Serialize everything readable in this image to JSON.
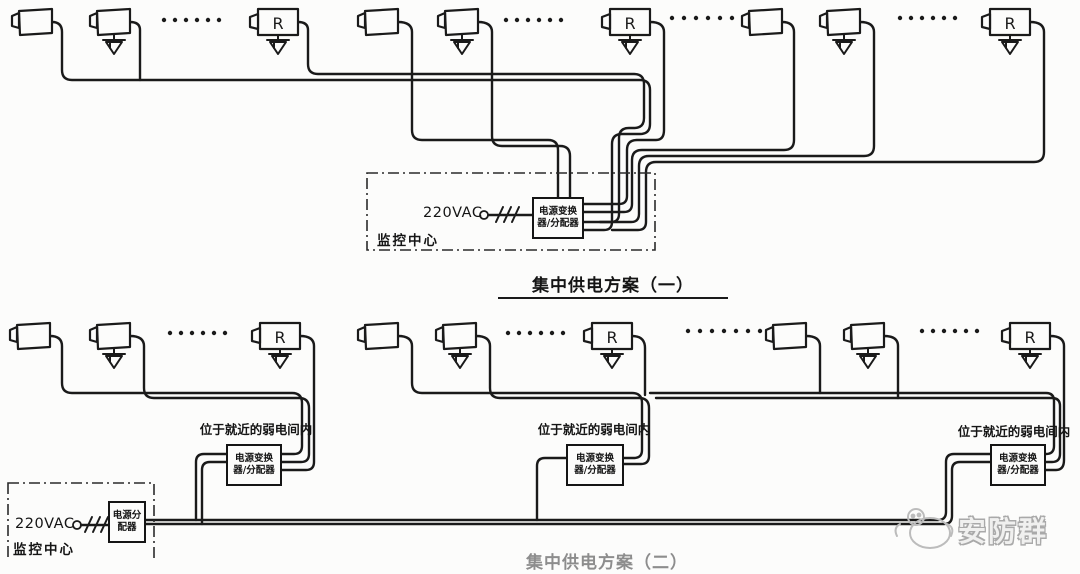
{
  "scheme1": {
    "title": "集中供电方案（一）",
    "monitor_label": "监控中心",
    "voltage": "220VAC",
    "converter_line1": "电源变换",
    "converter_line2": "器/分配器"
  },
  "scheme2": {
    "title": "集中供电方案（二）",
    "monitor_label": "监控中心",
    "voltage": "220VAC",
    "room_label": "位于就近的弱电间内",
    "converter_line1": "电源变换",
    "converter_line2": "器/分配器",
    "distributor_line1": "电源分",
    "distributor_line2": "配器"
  },
  "camera": {
    "receiver_label": "R"
  },
  "watermark": {
    "text": "安防群"
  },
  "colors": {
    "line": "#1a1a1a",
    "background": "#fcfcfb",
    "watermark_outline": "#a9a9a9"
  }
}
